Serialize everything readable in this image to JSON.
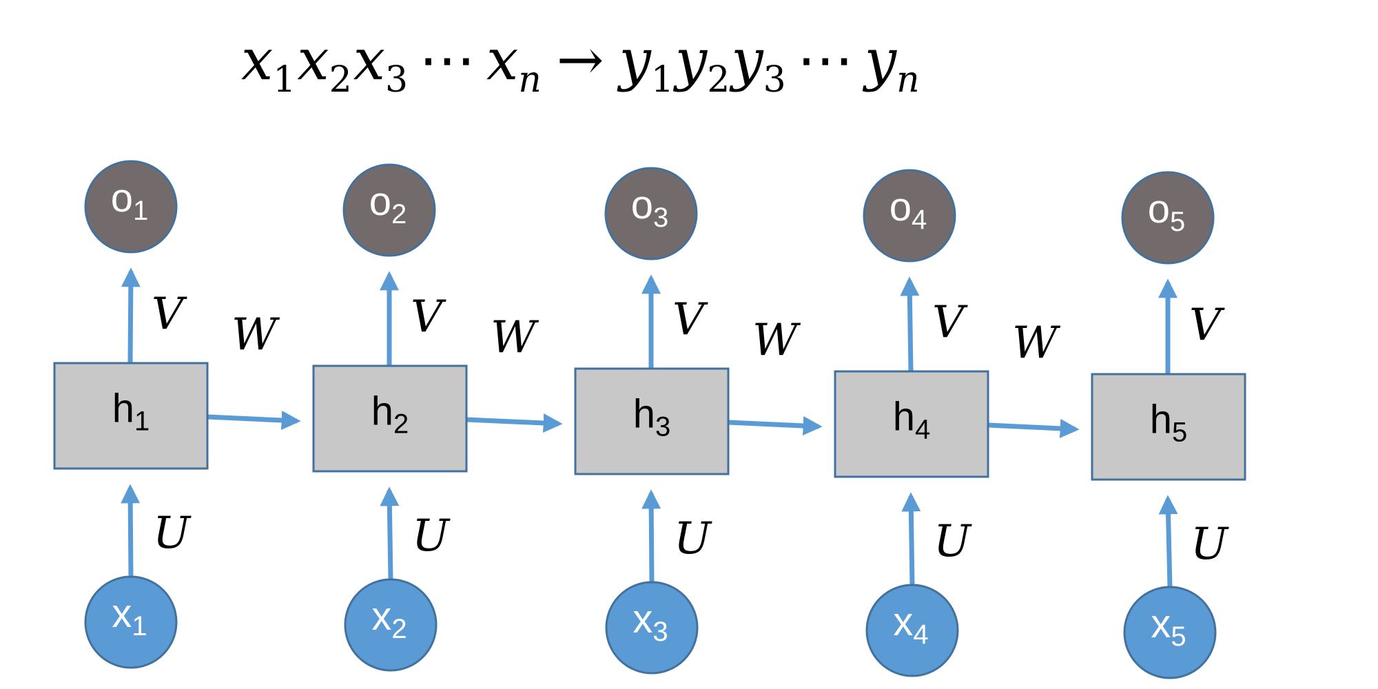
{
  "title": {
    "parts": [
      {
        "t": "x",
        "s": "1"
      },
      {
        "t": "x",
        "s": "2"
      },
      {
        "t": "x",
        "s": "3"
      },
      {
        "t": "⋯",
        "s": ""
      },
      {
        "t": "x",
        "s": "n"
      },
      {
        "t": "→",
        "s": ""
      },
      {
        "t": "y",
        "s": "1"
      },
      {
        "t": "y",
        "s": "2"
      },
      {
        "t": "y",
        "s": "3"
      },
      {
        "t": "⋯",
        "s": ""
      },
      {
        "t": "y",
        "s": "n"
      }
    ]
  },
  "colors": {
    "input_fill": "#5b9bd5",
    "output_fill": "#736b6b",
    "hidden_fill": "#c8c8c8",
    "stroke": "#41719c",
    "arrow": "#5b9bd5",
    "white_text": "#ffffff",
    "black_text": "#000000"
  },
  "weights": {
    "input": "U",
    "output": "V",
    "recurrent": "W"
  },
  "steps": [
    {
      "x": {
        "base": "x",
        "sub": "1"
      },
      "h": {
        "base": "h",
        "sub": "1"
      },
      "o": {
        "base": "o",
        "sub": "1"
      }
    },
    {
      "x": {
        "base": "x",
        "sub": "2"
      },
      "h": {
        "base": "h",
        "sub": "2"
      },
      "o": {
        "base": "o",
        "sub": "2"
      }
    },
    {
      "x": {
        "base": "x",
        "sub": "3"
      },
      "h": {
        "base": "h",
        "sub": "3"
      },
      "o": {
        "base": "o",
        "sub": "3"
      }
    },
    {
      "x": {
        "base": "x",
        "sub": "4"
      },
      "h": {
        "base": "h",
        "sub": "4"
      },
      "o": {
        "base": "o",
        "sub": "4"
      }
    },
    {
      "x": {
        "base": "x",
        "sub": "5"
      },
      "h": {
        "base": "h",
        "sub": "5"
      },
      "o": {
        "base": "o",
        "sub": "5"
      }
    }
  ]
}
